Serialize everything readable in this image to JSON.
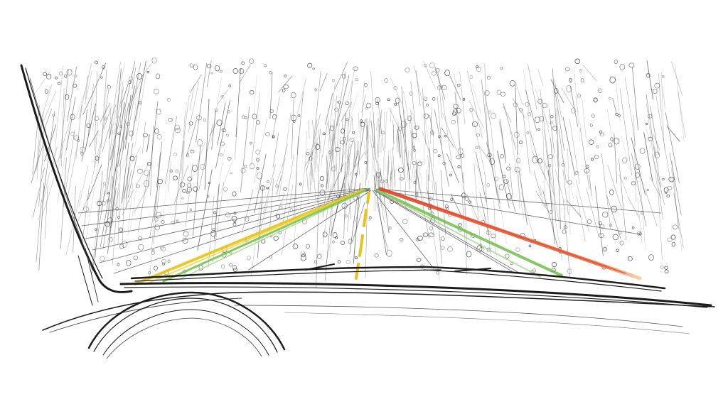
{
  "scene": {
    "description_label": "",
    "colors": {
      "background": "#fdfdfd",
      "pencil": "#1c1c1c",
      "rain": "#3a3a3a",
      "lane_yellow": "#e8c31a",
      "lane_green": "#6fbf4a",
      "lane_red": "#e0442a",
      "glow_orange": "#f3a25a"
    },
    "icons": [
      "windshield-frame",
      "wiper-blade",
      "steering-wheel",
      "road",
      "raindrops"
    ]
  }
}
